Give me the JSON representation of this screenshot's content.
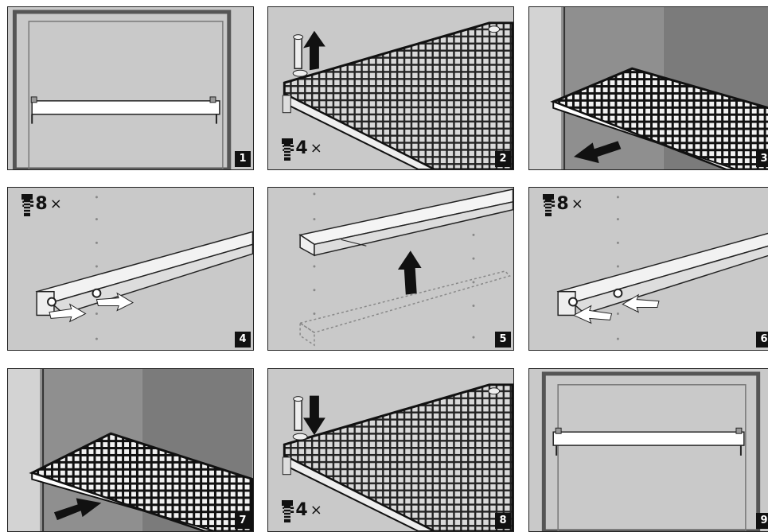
{
  "panels": [
    {
      "num": "1"
    },
    {
      "num": "2",
      "qty": "=4",
      "times": "×"
    },
    {
      "num": "3"
    },
    {
      "num": "4",
      "qty": "=8",
      "times": "×"
    },
    {
      "num": "5"
    },
    {
      "num": "6",
      "qty": "=8",
      "times": "×"
    },
    {
      "num": "7"
    },
    {
      "num": "8",
      "qty": "=4",
      "times": "×"
    },
    {
      "num": "9"
    }
  ],
  "colors": {
    "background": "#c9c9c9",
    "line": "#222222",
    "badge": "#111111"
  },
  "icons": [
    "screw-icon",
    "arrow-up-icon",
    "arrow-down-icon",
    "arrow-left-icon",
    "arrow-right-icon"
  ]
}
